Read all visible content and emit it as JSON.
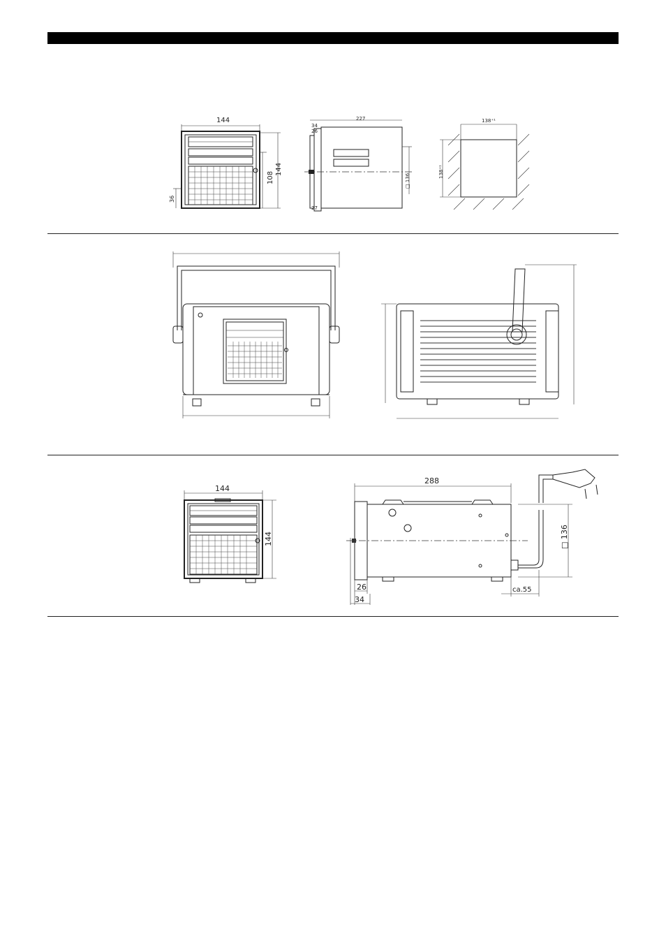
{
  "page": {
    "title": ""
  },
  "panel_mount": {
    "front_width": "144",
    "front_height": "144",
    "inner_height": "108",
    "bottom_offset": "36",
    "depth_total": "227",
    "depth_34": "34",
    "depth_26": "26",
    "depth_27": "27",
    "side_136": "□ 136",
    "cutout_w": "138⁺¹",
    "cutout_h": "138⁺¹"
  },
  "case_mount": {},
  "desktop_mount": {
    "front_width": "144",
    "front_height": "144",
    "length": "288",
    "side_square": "□ 136",
    "dim_26": "26",
    "dim_34": "34",
    "cable": "ca.55"
  }
}
